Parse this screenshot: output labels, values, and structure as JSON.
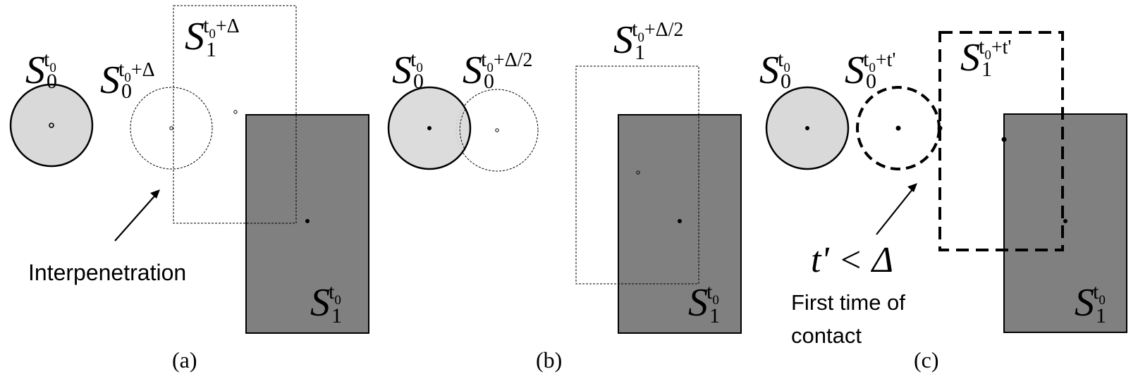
{
  "panels": [
    {
      "caption": "(a)",
      "label_s0_initial": {
        "base": "S",
        "sub": "0",
        "sup": "t",
        "sup_sub": "0",
        "sup_rest": ""
      },
      "label_s0_moved": {
        "base": "S",
        "sub": "0",
        "sup": "t",
        "sup_sub": "0",
        "sup_rest": "+Δ"
      },
      "label_s1_moved": {
        "base": "S",
        "sub": "1",
        "sup": "t",
        "sup_sub": "0",
        "sup_rest": "+Δ"
      },
      "label_s1_initial": {
        "base": "S",
        "sub": "1",
        "sup": "t",
        "sup_sub": "0",
        "sup_rest": ""
      },
      "annotation": "Interpenetration"
    },
    {
      "caption": "(b)",
      "label_s0_initial": {
        "base": "S",
        "sub": "0",
        "sup": "t",
        "sup_sub": "0",
        "sup_rest": ""
      },
      "label_s0_moved": {
        "base": "S",
        "sub": "0",
        "sup": "t",
        "sup_sub": "0",
        "sup_rest": "+Δ/2"
      },
      "label_s1_moved": {
        "base": "S",
        "sub": "1",
        "sup": "t",
        "sup_sub": "0",
        "sup_rest": "+Δ/2"
      },
      "label_s1_initial": {
        "base": "S",
        "sub": "1",
        "sup": "t",
        "sup_sub": "0",
        "sup_rest": ""
      }
    },
    {
      "caption": "(c)",
      "label_s0_initial": {
        "base": "S",
        "sub": "0",
        "sup": "t",
        "sup_sub": "0",
        "sup_rest": ""
      },
      "label_s0_moved": {
        "base": "S",
        "sub": "0",
        "sup": "t",
        "sup_sub": "0",
        "sup_rest": "+t'"
      },
      "label_s1_moved": {
        "base": "S",
        "sub": "1",
        "sup": "t",
        "sup_sub": "0",
        "sup_rest": "+t'"
      },
      "label_s1_initial": {
        "base": "S",
        "sub": "1",
        "sup": "t",
        "sup_sub": "0",
        "sup_rest": ""
      },
      "inequality": "t' < Δ",
      "annotation_line1": "First time of",
      "annotation_line2": "contact"
    }
  ],
  "colors": {
    "sphere_fill": "#d9d9d9",
    "box_fill": "#808080",
    "stroke": "#000000"
  }
}
